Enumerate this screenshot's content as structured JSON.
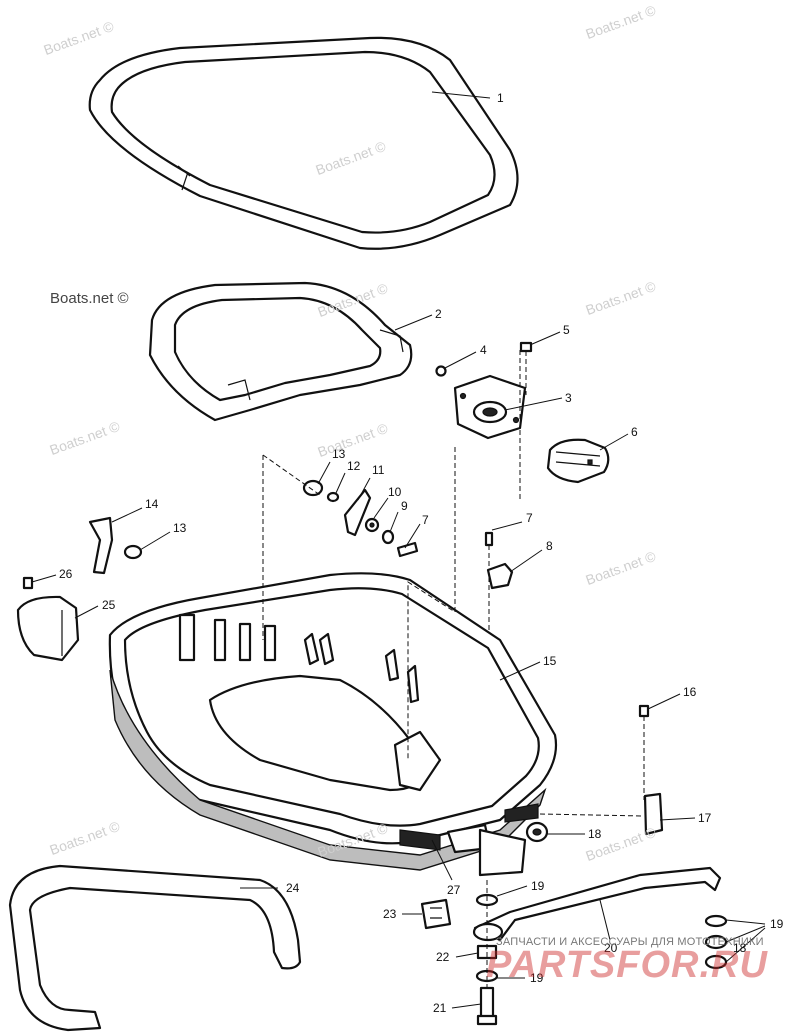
{
  "watermarks": {
    "boats_net": "Boats.net ©",
    "shop_caption": "ЗАПЧАСТИ И АКСЕССУАРЫ ДЛЯ МОТОТЕХНИКИ",
    "shop_logo": "PARTSFOR.RU"
  },
  "callouts": [
    {
      "id": "1",
      "text": "1"
    },
    {
      "id": "2",
      "text": "2"
    },
    {
      "id": "3",
      "text": "3"
    },
    {
      "id": "4",
      "text": "4"
    },
    {
      "id": "5",
      "text": "5"
    },
    {
      "id": "6",
      "text": "6"
    },
    {
      "id": "7a",
      "text": "7"
    },
    {
      "id": "7b",
      "text": "7"
    },
    {
      "id": "8",
      "text": "8"
    },
    {
      "id": "9",
      "text": "9"
    },
    {
      "id": "10",
      "text": "10"
    },
    {
      "id": "11",
      "text": "11"
    },
    {
      "id": "12",
      "text": "12"
    },
    {
      "id": "13a",
      "text": "13"
    },
    {
      "id": "13b",
      "text": "13"
    },
    {
      "id": "14",
      "text": "14"
    },
    {
      "id": "15",
      "text": "15"
    },
    {
      "id": "16",
      "text": "16"
    },
    {
      "id": "17",
      "text": "17"
    },
    {
      "id": "18a",
      "text": "18"
    },
    {
      "id": "18b",
      "text": "18"
    },
    {
      "id": "19a",
      "text": "19"
    },
    {
      "id": "19b",
      "text": "19"
    },
    {
      "id": "19c",
      "text": "19"
    },
    {
      "id": "20",
      "text": "20"
    },
    {
      "id": "21",
      "text": "21"
    },
    {
      "id": "22",
      "text": "22"
    },
    {
      "id": "23",
      "text": "23"
    },
    {
      "id": "24",
      "text": "24"
    },
    {
      "id": "25",
      "text": "25"
    },
    {
      "id": "26",
      "text": "26"
    },
    {
      "id": "27",
      "text": "27"
    }
  ]
}
